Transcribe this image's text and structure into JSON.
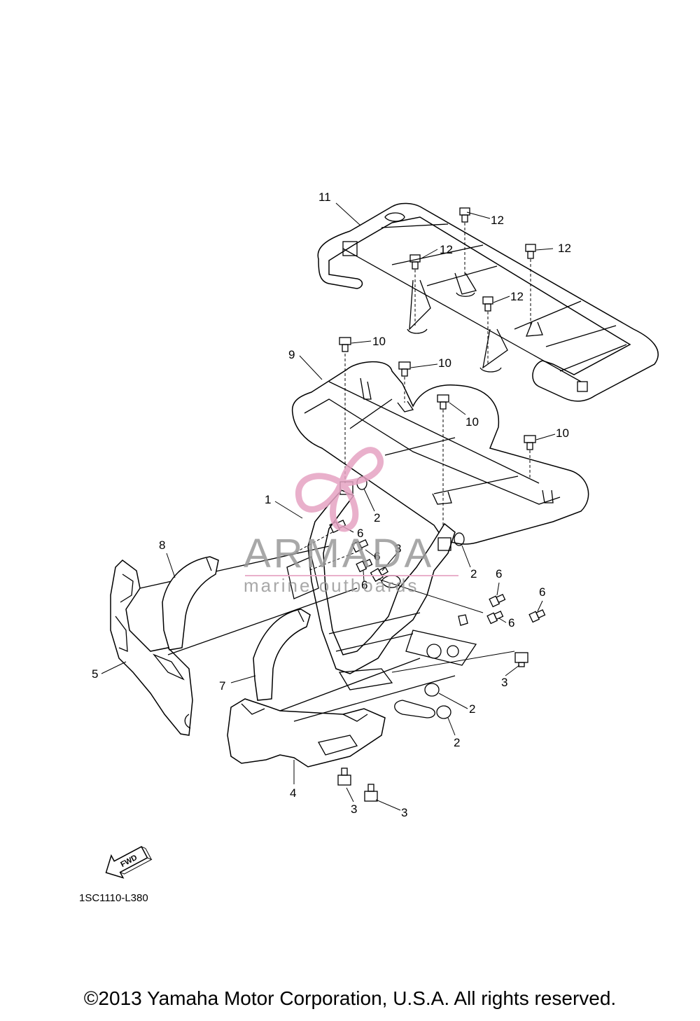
{
  "diagram": {
    "callouts": [
      {
        "id": "c11",
        "text": "11"
      },
      {
        "id": "c12a",
        "text": "12"
      },
      {
        "id": "c12b",
        "text": "12"
      },
      {
        "id": "c12c",
        "text": "12"
      },
      {
        "id": "c12d",
        "text": "12"
      },
      {
        "id": "c9",
        "text": "9"
      },
      {
        "id": "c10a",
        "text": "10"
      },
      {
        "id": "c10b",
        "text": "10"
      },
      {
        "id": "c10c",
        "text": "10"
      },
      {
        "id": "c10d",
        "text": "10"
      },
      {
        "id": "c1",
        "text": "1"
      },
      {
        "id": "c2a",
        "text": "2"
      },
      {
        "id": "c2b",
        "text": "2"
      },
      {
        "id": "c2c",
        "text": "2"
      },
      {
        "id": "c2d",
        "text": "2"
      },
      {
        "id": "c3a",
        "text": "3"
      },
      {
        "id": "c3b",
        "text": "3"
      },
      {
        "id": "c3c",
        "text": "3"
      },
      {
        "id": "c3d",
        "text": "3"
      },
      {
        "id": "c4",
        "text": "4"
      },
      {
        "id": "c5",
        "text": "5"
      },
      {
        "id": "c6a",
        "text": "6"
      },
      {
        "id": "c6b",
        "text": "6"
      },
      {
        "id": "c6c",
        "text": "6"
      },
      {
        "id": "c6d",
        "text": "6"
      },
      {
        "id": "c6e",
        "text": "6"
      },
      {
        "id": "c6f",
        "text": "6"
      },
      {
        "id": "c7",
        "text": "7"
      },
      {
        "id": "c8",
        "text": "8"
      }
    ],
    "fwd_label": "FWD",
    "drawing_code": "1SC1110-L380"
  },
  "watermark": {
    "brand": "ARMADA",
    "tagline": "marine outboards",
    "color": "#999999",
    "logo_color": "#e6a3c3"
  },
  "footer": {
    "copyright": "©2013 Yamaha Motor Corporation, U.S.A. All rights reserved."
  }
}
